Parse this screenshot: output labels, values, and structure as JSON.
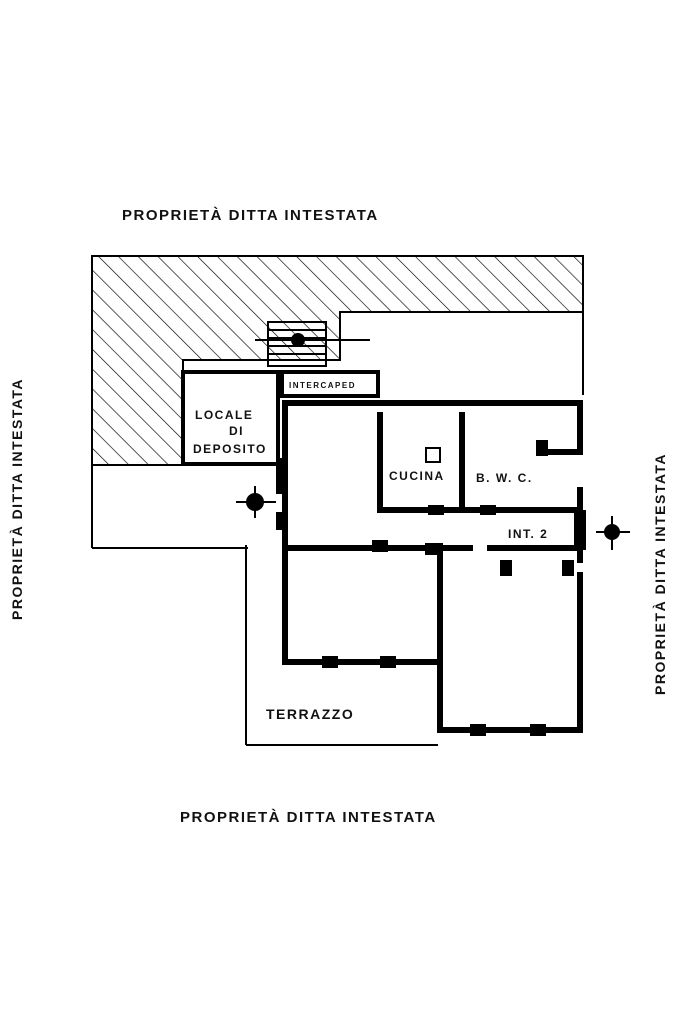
{
  "labels": {
    "top": "PROPRIETÀ DITTA INTESTATA",
    "bottom": "PROPRIETÀ DITTA INTESTATA",
    "left": "PROPRIETÀ DITTA INTESTATA",
    "right": "PROPRIETÀ DITTA INTESTATA"
  },
  "rooms": {
    "locale_line1": "LOCALE",
    "locale_line2": "DI",
    "locale_line3": "DEPOSITO",
    "intercapedine": "INTERCAPED",
    "cucina": "CUCINA",
    "wc": "B. W. C.",
    "int": "INT. 2",
    "terrazzo": "TERRAZZO"
  },
  "colors": {
    "ink": "#000000",
    "paper": "#ffffff"
  }
}
